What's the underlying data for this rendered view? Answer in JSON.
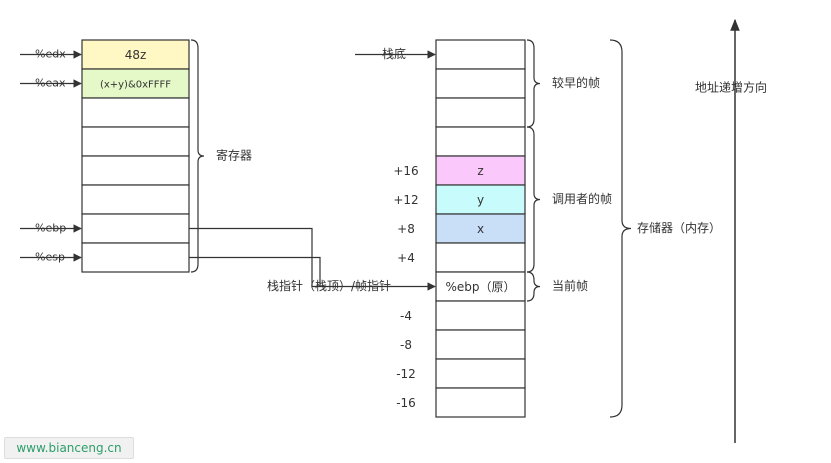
{
  "registers": {
    "cells": [
      {
        "text": "48z",
        "fill": "#fff8c4"
      },
      {
        "text": "(x+y)&0xFFFF",
        "fill": "#e4f8c8"
      },
      {
        "text": "",
        "fill": "#ffffff"
      },
      {
        "text": "",
        "fill": "#ffffff"
      },
      {
        "text": "",
        "fill": "#ffffff"
      },
      {
        "text": "",
        "fill": "#ffffff"
      },
      {
        "text": "",
        "fill": "#ffffff"
      },
      {
        "text": "",
        "fill": "#ffffff"
      }
    ],
    "pointers": [
      {
        "label": "%edx",
        "row": 0
      },
      {
        "label": "%eax",
        "row": 1
      },
      {
        "label": "%ebp",
        "row": 6
      },
      {
        "label": "%esp",
        "row": 7
      }
    ],
    "brace_label": "寄存器"
  },
  "stack": {
    "cells": [
      {
        "text": "",
        "fill": "#ffffff"
      },
      {
        "text": "",
        "fill": "#ffffff"
      },
      {
        "text": "",
        "fill": "#ffffff"
      },
      {
        "text": "",
        "fill": "#ffffff"
      },
      {
        "text": "z",
        "fill": "#fbc8fb"
      },
      {
        "text": "y",
        "fill": "#c8fbfb"
      },
      {
        "text": "x",
        "fill": "#c9dff8"
      },
      {
        "text": "",
        "fill": "#ffffff"
      },
      {
        "text": "%ebp（原）",
        "fill": "#ffffff"
      },
      {
        "text": "",
        "fill": "#ffffff"
      },
      {
        "text": "",
        "fill": "#ffffff"
      },
      {
        "text": "",
        "fill": "#ffffff"
      },
      {
        "text": "",
        "fill": "#ffffff"
      }
    ],
    "offsets": [
      {
        "text": "+16",
        "row": 4
      },
      {
        "text": "+12",
        "row": 5
      },
      {
        "text": "+8",
        "row": 6
      },
      {
        "text": "+4",
        "row": 7
      },
      {
        "text": "-4",
        "row": 9
      },
      {
        "text": "-8",
        "row": 10
      },
      {
        "text": "-12",
        "row": 11
      },
      {
        "text": "-16",
        "row": 12
      }
    ],
    "bottom_pointer_label": "栈底",
    "pointer_label": "栈指针（栈顶）/帧指针",
    "braces": [
      {
        "label": "较早的帧",
        "from_row": 0,
        "to_row": 2
      },
      {
        "label": "调用者的帧",
        "from_row": 3,
        "to_row": 7
      },
      {
        "label": "当前帧",
        "from_row": 8,
        "to_row": 8
      }
    ],
    "memory_brace_label": "存储器（内存）"
  },
  "address_arrow_label": "地址递增方向",
  "watermark": "www.bianceng.cn",
  "colors": {
    "stroke": "#333333"
  }
}
